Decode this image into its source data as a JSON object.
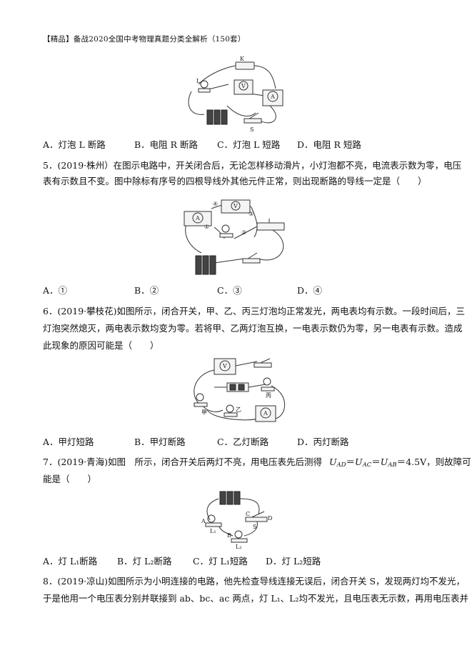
{
  "header": "【精品】备战2020全国中考物理真题分类全解析（150套）",
  "q4": {
    "fig_labels": {
      "k": "K",
      "l": "L",
      "s": "S",
      "v": "V",
      "a": "A"
    },
    "options": [
      "A．灯泡 L 断路",
      "B．电阻 R 断路",
      "C．灯泡 L 短路",
      "D．电阻 R 短路"
    ]
  },
  "q5": {
    "stem_line1": "5．(2019·株州）在图示电路中，开关闭合后，无论怎样移动滑片，小灯泡都不亮，电流表示数为零，电压",
    "stem_line2": "表有示数且不变。图中除标有序号的四根导线外其他元件正常，则出现断路的导线一定是（　　）",
    "fig_labels": {
      "w1": "①",
      "w2": "②",
      "w3": "③",
      "w4": "④",
      "a": "A",
      "v": "V"
    },
    "options": [
      "A．①",
      "B．②",
      "C．③",
      "D．④"
    ]
  },
  "q6": {
    "stem_line1": "6．(2019·攀枝花)如图所示，闭合开关，甲、乙、丙三灯泡均正常发光，两电表均有示数。一段时间后，三",
    "stem_line2": "灯泡突然熄灭，两电表示数均变为零。若将甲、乙两灯泡互换，一电表示数仍为零，另一电表有示数。造成",
    "stem_line3": "此现象的原因可能是（　　）",
    "fig_labels": {
      "jia": "甲",
      "yi": "乙",
      "bing": "丙",
      "v": "V",
      "a": "A"
    },
    "options": [
      "A．甲灯短路",
      "B．甲灯断路",
      "C．乙灯断路",
      "D．丙灯断路"
    ]
  },
  "q7": {
    "stem_a": "7．(2019·青海)如图　所示，闭合开关后两灯不亮，用电压表先后测得",
    "u": "U",
    "sub_ad": "AD",
    "sub_ac": "AC",
    "sub_ab": "AB",
    "eq": "＝",
    "value": "4.5V",
    "stem_b": "，则故障可",
    "stem_line2": "能是（　　）",
    "fig_labels": {
      "a": "A",
      "b": "B",
      "c": "C",
      "d": "D",
      "s": "S",
      "l1": "L₁",
      "l2": "L₂"
    },
    "options": [
      "A．灯 L₁断路",
      "B．灯 L₂断路",
      "C．灯 L₁短路",
      "D．灯 L₂短路"
    ]
  },
  "q8": {
    "stem_line1": "8．(2019·凉山)如图所示为小明连接的电路，他先检查导线连接无误后，闭合开关 S，发现两灯均不发光，",
    "stem_line2": "于是他用一个电压表分别并联接到 ab、bc、ac 两点，灯 L₁、L₂均不发光，且电压表无示数，再用电压表并"
  }
}
